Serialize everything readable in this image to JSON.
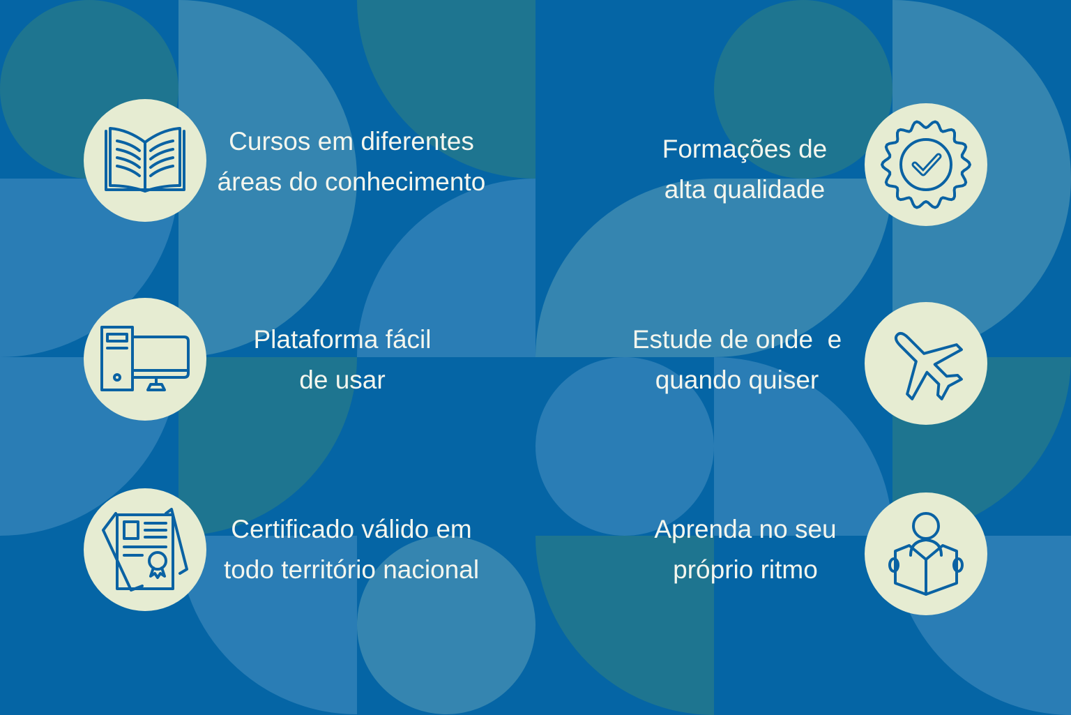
{
  "features": [
    {
      "icon": "open-book-icon",
      "lines": [
        "Cursos em diferentes",
        "áreas do conhecimento"
      ]
    },
    {
      "icon": "desktop-computer-icon",
      "lines": [
        "Plataforma fácil",
        "de usar"
      ]
    },
    {
      "icon": "certificate-icon",
      "lines": [
        "Certificado válido em",
        "todo território nacional"
      ]
    },
    {
      "icon": "quality-badge-check-icon",
      "lines": [
        "Formações de",
        "alta qualidade"
      ]
    },
    {
      "icon": "airplane-icon",
      "lines": [
        "Estude de onde  e",
        "quando quiser"
      ]
    },
    {
      "icon": "person-reading-icon",
      "lines": [
        "Aprenda no seu",
        "próprio ritmo"
      ]
    }
  ],
  "colors": {
    "background": "#0565a5",
    "teal": "#1e7590",
    "medium_blue": "#2a7db5",
    "light_blue": "#3585b0",
    "badge": "#e6ecd2",
    "icon_stroke": "#0a62a3",
    "text": "#f4f6ee"
  }
}
